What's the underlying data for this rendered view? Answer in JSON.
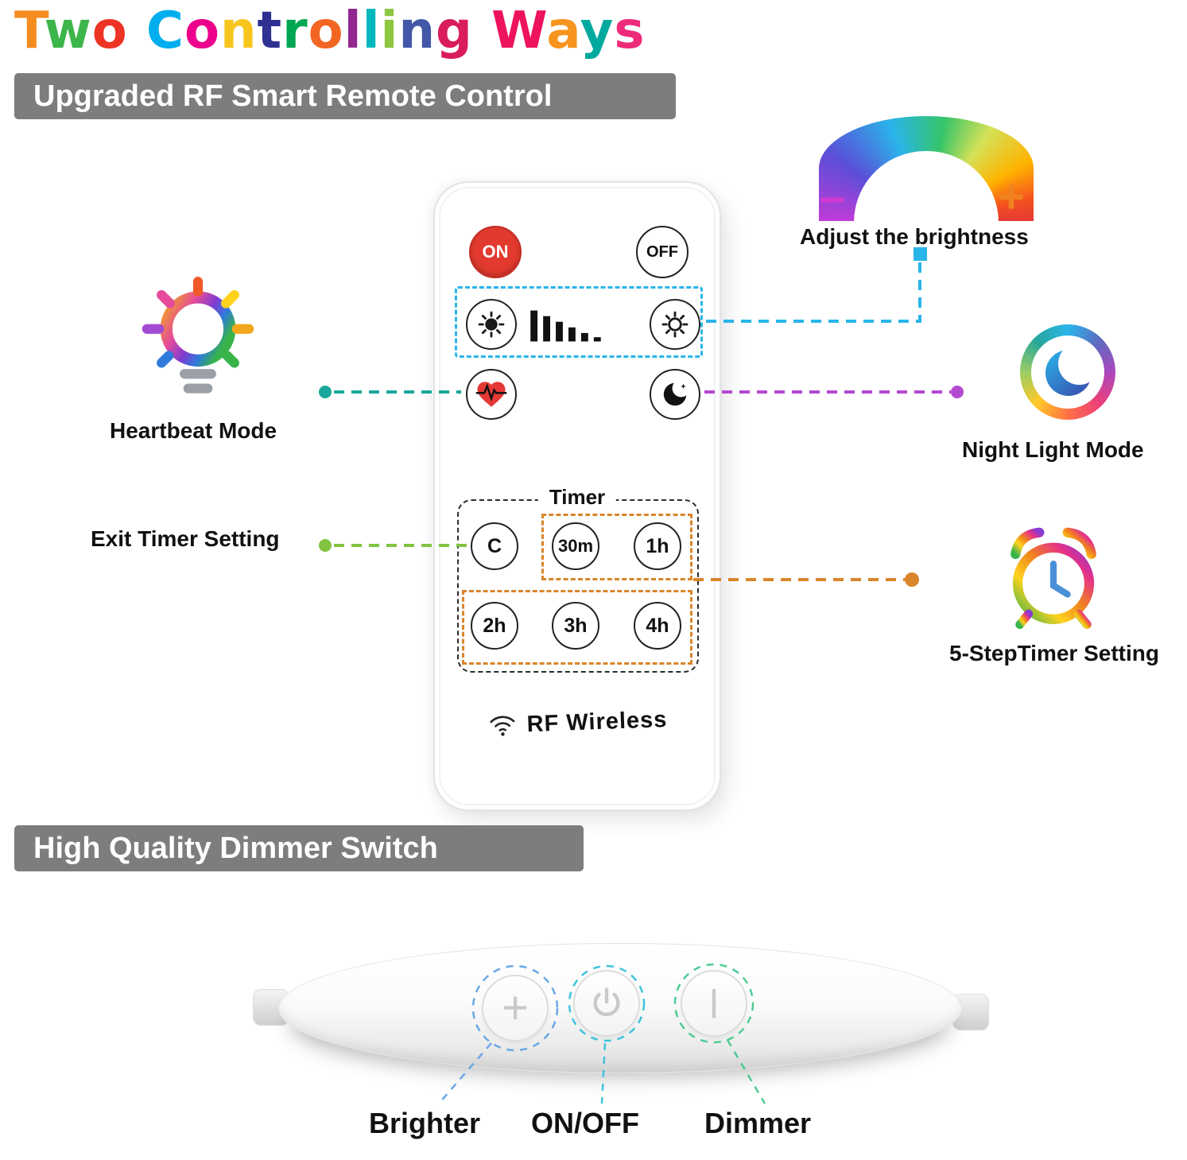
{
  "title": {
    "text": "Two Controlling Ways",
    "letters": [
      {
        "ch": "T",
        "color": "#f68b1f"
      },
      {
        "ch": "w",
        "color": "#3cb54a"
      },
      {
        "ch": "o",
        "color": "#ed3324"
      },
      {
        "ch": " "
      },
      {
        "ch": "C",
        "color": "#00aeef"
      },
      {
        "ch": "o",
        "color": "#ec008c"
      },
      {
        "ch": "n",
        "color": "#f7c51e"
      },
      {
        "ch": "t",
        "color": "#2e3192"
      },
      {
        "ch": "r",
        "color": "#00a651"
      },
      {
        "ch": "o",
        "color": "#f26522"
      },
      {
        "ch": "l",
        "color": "#92278f"
      },
      {
        "ch": "l",
        "color": "#00b7bd"
      },
      {
        "ch": "i",
        "color": "#8dc63f"
      },
      {
        "ch": "n",
        "color": "#4357a8"
      },
      {
        "ch": "g",
        "color": "#d91c5c"
      },
      {
        "ch": " "
      },
      {
        "ch": "W",
        "color": "#ed145b"
      },
      {
        "ch": "a",
        "color": "#f7941d"
      },
      {
        "ch": "y",
        "color": "#00a99d"
      },
      {
        "ch": "s",
        "color": "#ee2a7b"
      }
    ]
  },
  "banners": {
    "remote": "Upgraded RF Smart Remote Control",
    "dimmer": "High Quality Dimmer Switch"
  },
  "remote": {
    "on_label": "ON",
    "off_label": "OFF",
    "timer_label": "Timer",
    "timer_buttons": [
      "C",
      "30m",
      "1h",
      "2h",
      "3h",
      "4h"
    ],
    "brand": "RF Wireless"
  },
  "annotations": {
    "heartbeat": "Heartbeat Mode",
    "exit_timer": "Exit Timer Setting",
    "brightness": "Adjust the brightness",
    "brightness_minus": "−",
    "brightness_plus": "+",
    "night": "Night Light Mode",
    "timer5": "5-StepTimer Setting"
  },
  "dimmer": {
    "plus_glyph": "+",
    "bar_glyph": "I",
    "labels": {
      "brighter": "Brighter",
      "onoff": "ON/OFF",
      "dimmer": "Dimmer"
    }
  },
  "colors": {
    "banner_bg": "#7d7d7d",
    "on_button": "#e23a2e",
    "cyan_dash": "#2ab5ea",
    "teal_dash": "#1aa79b",
    "green_dash": "#82c341",
    "purple_dash": "#b24ad1",
    "orange_dash": "#d9862c",
    "blue_dash": "#69a8e8",
    "aqua_dash": "#3ec4dc",
    "mint_dash": "#4ecb92",
    "heart_red": "#e53935",
    "minus_magenta": "#cf3bd4",
    "plus_orange": "#f0821e"
  }
}
